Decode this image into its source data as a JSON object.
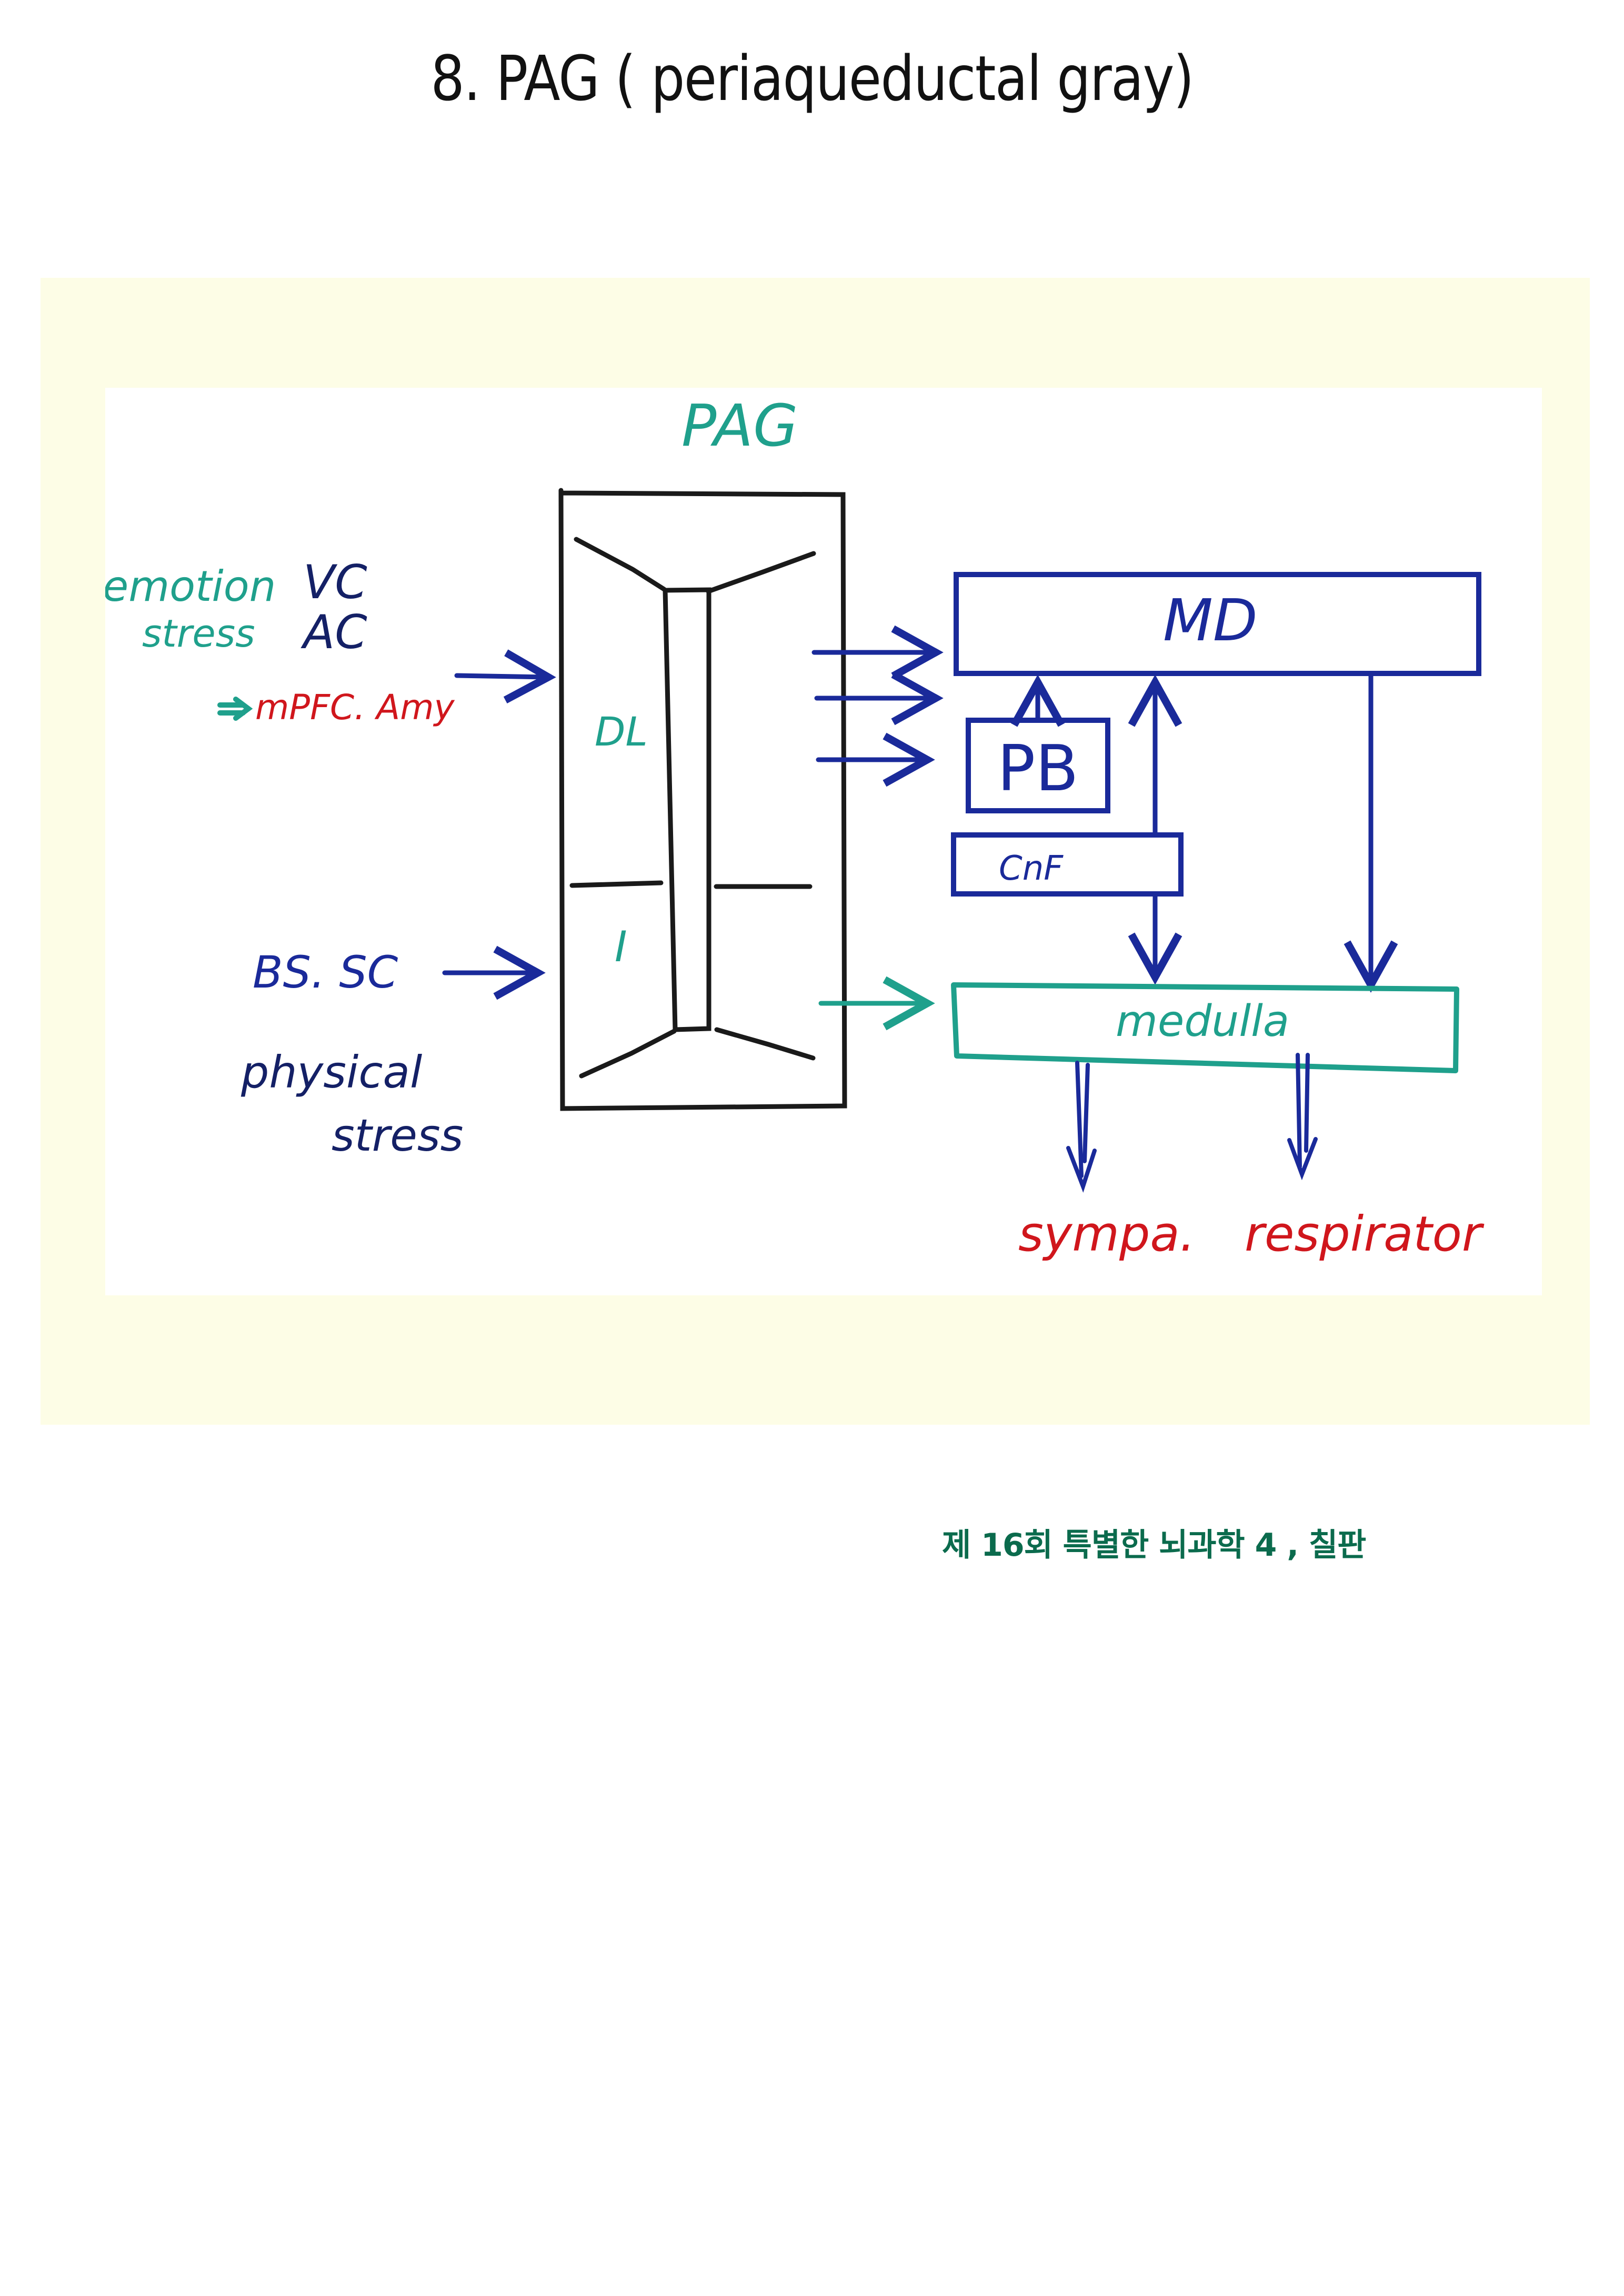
{
  "title": "8.  PAG ( periaqueductal gray)",
  "caption": "제 16회 특별한 뇌과학 4 , 칠판",
  "colors": {
    "panel_bg": "#fdfde6",
    "ink_black": "#1a1a1a",
    "ink_blue": "#1a2a9a",
    "ink_navy": "#142066",
    "ink_teal": "#1fa08c",
    "ink_red": "#d0161c",
    "caption_green": "#0b6b4d"
  },
  "diagram": {
    "pag_label": "PAG",
    "inputs": {
      "emotion": "emotion",
      "stress": "stress",
      "vc": "VC",
      "ac": "AC",
      "mpfc_amy": "mPFC. Amy",
      "bs_sc": "BS. SC",
      "physical": "physical",
      "physical_stress": "stress"
    },
    "columns": {
      "dl": "DL",
      "i": "I"
    },
    "targets": {
      "md": "MD",
      "pb": "PB",
      "cnf": "CnF",
      "medulla": "medulla"
    },
    "outputs": {
      "sympa": "sympa.",
      "respirator": "respirator"
    }
  }
}
